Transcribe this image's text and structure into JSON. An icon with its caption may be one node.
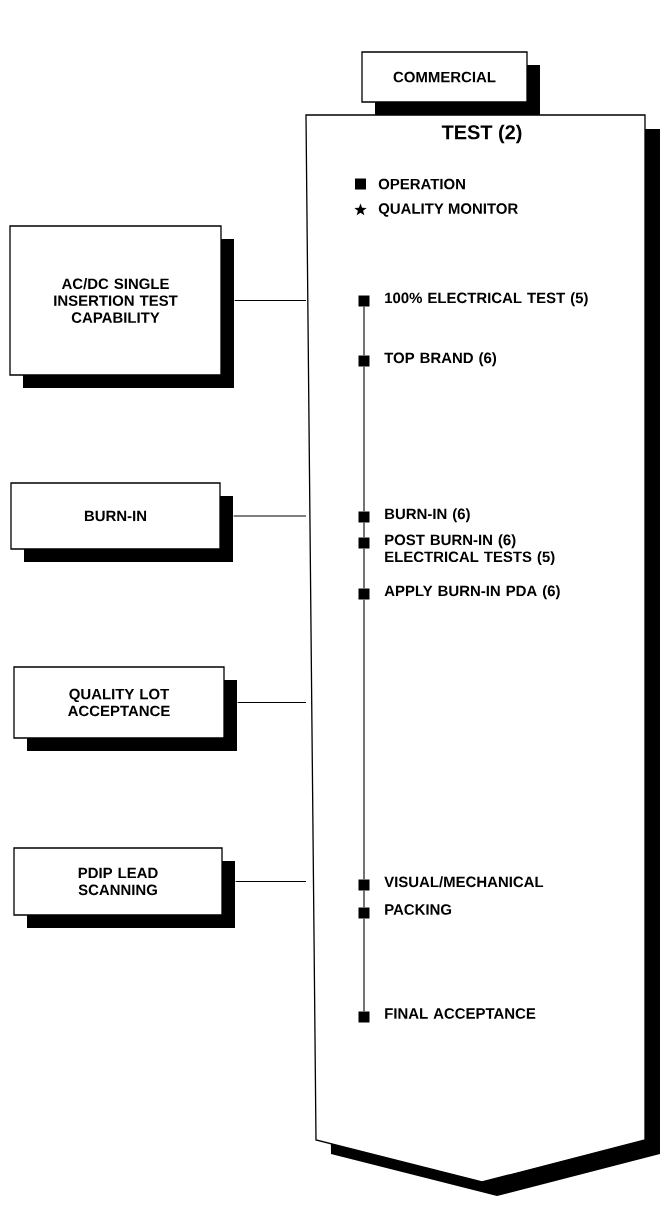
{
  "diagram": {
    "nodes": [
      {
        "text": [
          "COMMERCIAL"
        ]
      },
      {
        "text": [
          "TEST (2)"
        ]
      },
      {
        "text": [
          "AC/DC SINGLE INSERTION TEST CAPABILITY"
        ]
      },
      {
        "text": [
          "BURN-IN"
        ]
      },
      {
        "text": [
          "QUALITY LOT ACCEPTANCE"
        ]
      },
      {
        "text": [
          "PDIP LEAD SCANNING"
        ]
      },
      {
        "text": [
          "100% ELECTRICAL TEST (5)"
        ],
        "in": 1
      },
      {
        "text": [
          "TOP BRAND (6)"
        ],
        "in": 1
      },
      {
        "text": [
          "BURN-IN (6)"
        ],
        "in": 1
      },
      {
        "text": [
          "POST BURN-IN (6) ELECTRICAL TESTS (5)"
        ],
        "in": 1
      },
      {
        "text": [
          "APPLY BURN-IN PDA (6)"
        ],
        "in": 1
      },
      {
        "text": [
          "VISUAL/MECHANICAL"
        ],
        "in": 1
      },
      {
        "text": [
          "PACKING"
        ],
        "in": 1
      },
      {
        "text": [
          "FINAL ACCEPTANCE"
        ],
        "in": 1
      }
    ],
    "edges": [
      {
        "from": 2,
        "to": 1,
        "arrow": "none"
      },
      {
        "from": 3,
        "to": 1,
        "arrow": "none"
      },
      {
        "from": 4,
        "to": 1,
        "arrow": "none"
      },
      {
        "from": 5,
        "to": 1,
        "arrow": "none"
      },
      {
        "from": 6,
        "to": 7,
        "arrow": "none"
      },
      {
        "from": 7,
        "to": 8,
        "arrow": "none"
      },
      {
        "from": 8,
        "to": 9,
        "arrow": "none"
      },
      {
        "from": 9,
        "to": 10,
        "arrow": "none"
      },
      {
        "from": 10,
        "to": 11,
        "arrow": "none"
      },
      {
        "from": 11,
        "to": 12,
        "arrow": "none"
      },
      {
        "from": 12,
        "to": 13,
        "arrow": "none"
      }
    ],
    "legend": [
      {
        "text": "OPERATION"
      },
      {
        "text": "QUALITY MONITOR"
      }
    ]
  }
}
